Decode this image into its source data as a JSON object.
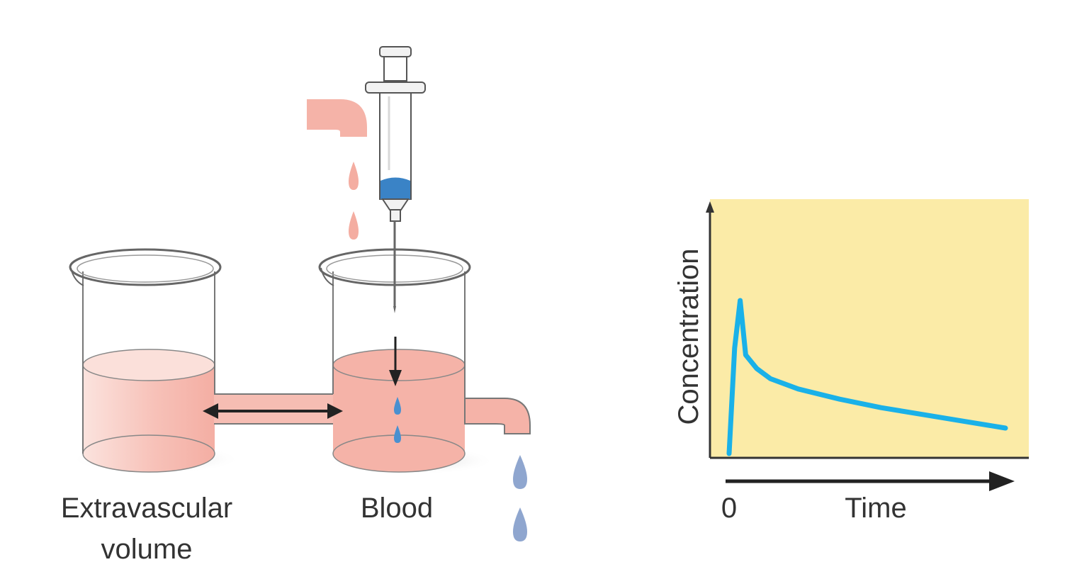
{
  "labels": {
    "extravascular_line1": "Extravascular",
    "extravascular_line2": "volume",
    "blood": "Blood"
  },
  "chart_data": {
    "type": "line",
    "title": "",
    "xlabel": "Time",
    "ylabel": "Concentration",
    "x_tick_labels": [
      "0"
    ],
    "grid": false,
    "legend": "none",
    "series": [
      {
        "x": [
          0,
          0.02,
          0.04,
          0.06,
          0.1,
          0.15,
          0.25,
          0.4,
          0.55,
          0.7,
          0.85,
          1.0
        ],
        "values": [
          0,
          0.62,
          0.9,
          0.58,
          0.5,
          0.44,
          0.38,
          0.32,
          0.27,
          0.23,
          0.19,
          0.15
        ]
      }
    ]
  },
  "colors": {
    "plot_background": "#fbeba7",
    "curve": "#1ab1e8",
    "blood_fluid": "#f5b3a8",
    "drug_fluid": "#3a83c6",
    "drip": "#8fa6cf",
    "arrow": "#222222"
  }
}
